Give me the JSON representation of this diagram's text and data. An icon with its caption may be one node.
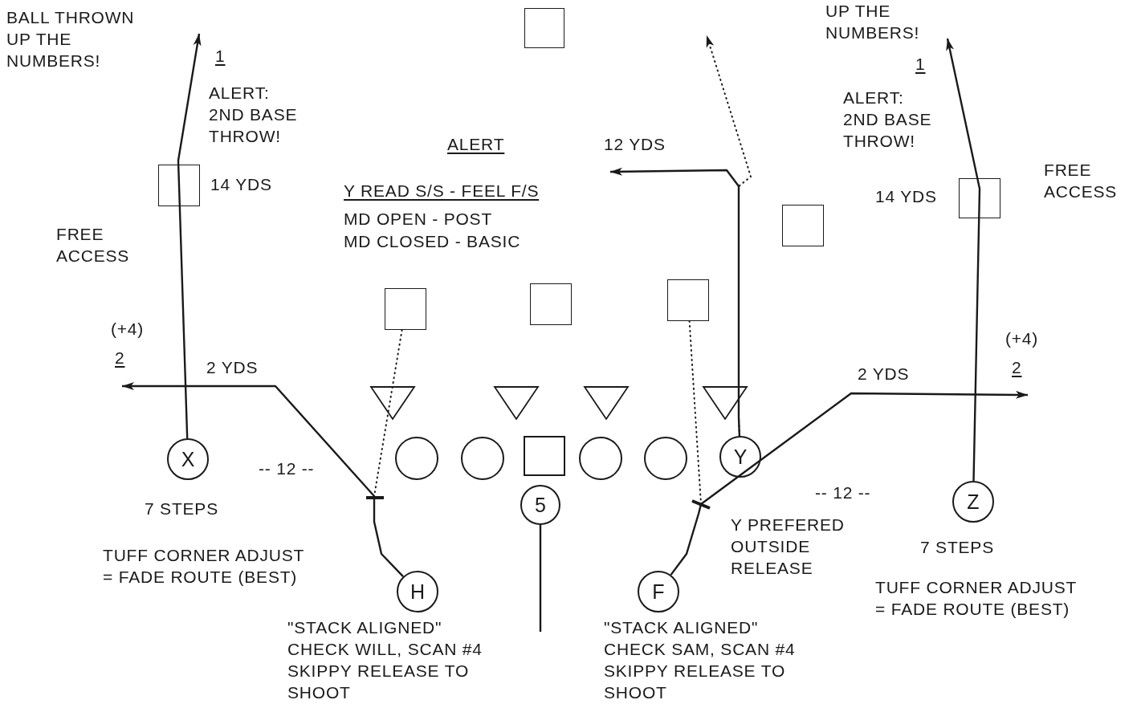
{
  "diagram": {
    "nodes": [
      {
        "text": [],
        "shape": "box"
      },
      {
        "text": [],
        "shape": "box"
      },
      {
        "text": [],
        "shape": "box"
      },
      {
        "text": [],
        "shape": "box"
      },
      {
        "text": [],
        "shape": "box"
      },
      {
        "text": [],
        "shape": "box"
      },
      {
        "text": [],
        "shape": "box"
      },
      {
        "text": [],
        "shape": "triangle"
      },
      {
        "text": [],
        "shape": "triangle"
      },
      {
        "text": [],
        "shape": "triangle"
      },
      {
        "text": [],
        "shape": "triangle"
      },
      {
        "text": [
          "X"
        ],
        "beside": [
          "7 STEPS"
        ]
      },
      {
        "text": [],
        "shape": "circle"
      },
      {
        "text": [],
        "shape": "circle"
      },
      {
        "text": [],
        "shape": "box"
      },
      {
        "text": [],
        "shape": "circle"
      },
      {
        "text": [],
        "shape": "circle"
      },
      {
        "text": [
          "Y"
        ]
      },
      {
        "text": [
          "Z"
        ],
        "beside": [
          "7 STEPS"
        ]
      },
      {
        "text": [
          "5"
        ]
      },
      {
        "text": [
          "H"
        ],
        "beside": [
          "\"STACK ALIGNED\" CHECK WILL, SCAN #4 SKIPPY RELEASE TO SHOOT"
        ]
      },
      {
        "text": [
          "F"
        ],
        "beside": [
          "\"STACK ALIGNED\" CHECK SAM, SCAN #4 SKIPPY RELEASE TO SHOOT"
        ]
      }
    ],
    "edges": [
      {
        "from": 11,
        "to": null,
        "arrow": "to"
      },
      {
        "from": 20,
        "to": null,
        "arrow": "to"
      },
      {
        "from": 17,
        "to": null,
        "arrow": "to"
      },
      {
        "from": 17,
        "to": null,
        "arrow": "to",
        "style": "dashed"
      },
      {
        "from": 18,
        "to": null,
        "arrow": "to"
      },
      {
        "from": 21,
        "to": null,
        "arrow": "to"
      },
      {
        "from": 19,
        "to": null,
        "arrow": "none"
      },
      {
        "from": 6,
        "to": null,
        "arrow": "none",
        "style": "dashed"
      },
      {
        "from": 4,
        "to": null,
        "arrow": "none",
        "style": "dashed"
      }
    ],
    "labels": [
      "BALL THROWN UP THE NUMBERS!",
      "UP THE NUMBERS!",
      "1",
      "1",
      "ALERT: 2ND BASE THROW!",
      "ALERT: 2ND BASE THROW!",
      "ALERT",
      "12 YDS",
      "14 YDS",
      "FREE ACCESS",
      "Y READ S/S - FEEL F/S",
      "14 YDS",
      "MD OPEN - POST",
      "MD CLOSED - BASIC",
      "FREE ACCESS",
      "(+4)",
      "(+4)",
      "2",
      "2 YDS",
      "2 YDS",
      "2",
      "-- 12 --",
      "-- 12 --",
      "Y PREFERED OUTSIDE RELEASE",
      "TUFF CORNER ADJUST = FADE ROUTE (BEST)",
      "TUFF CORNER ADJUST = FADE ROUTE (BEST)"
    ]
  }
}
